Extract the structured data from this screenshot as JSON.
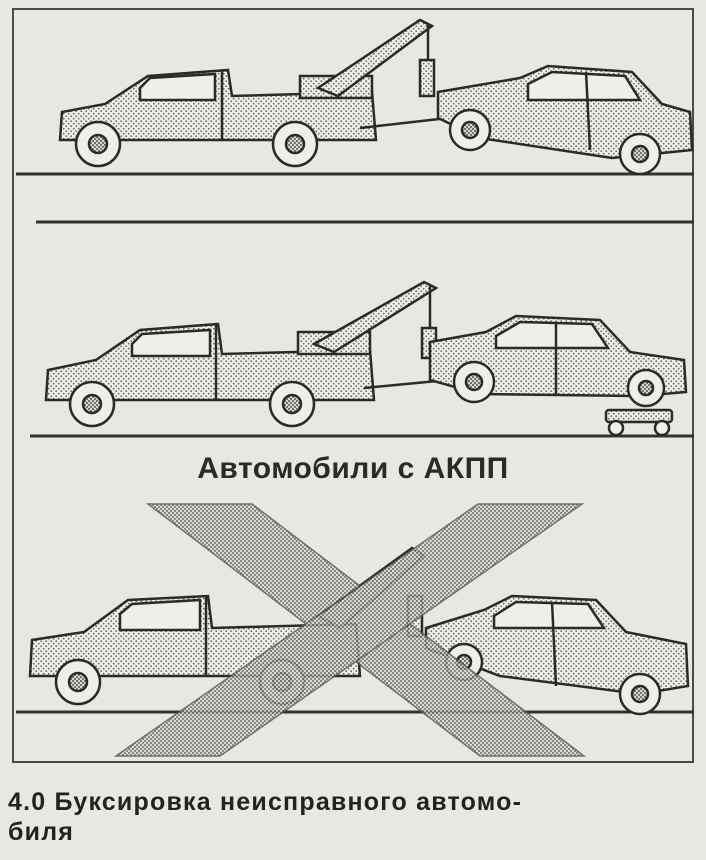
{
  "figure": {
    "subtitle": "Автомобили с АКПП",
    "caption_line1": "4.0 Буксировка неисправного автомо-",
    "caption_line2": "биля"
  }
}
